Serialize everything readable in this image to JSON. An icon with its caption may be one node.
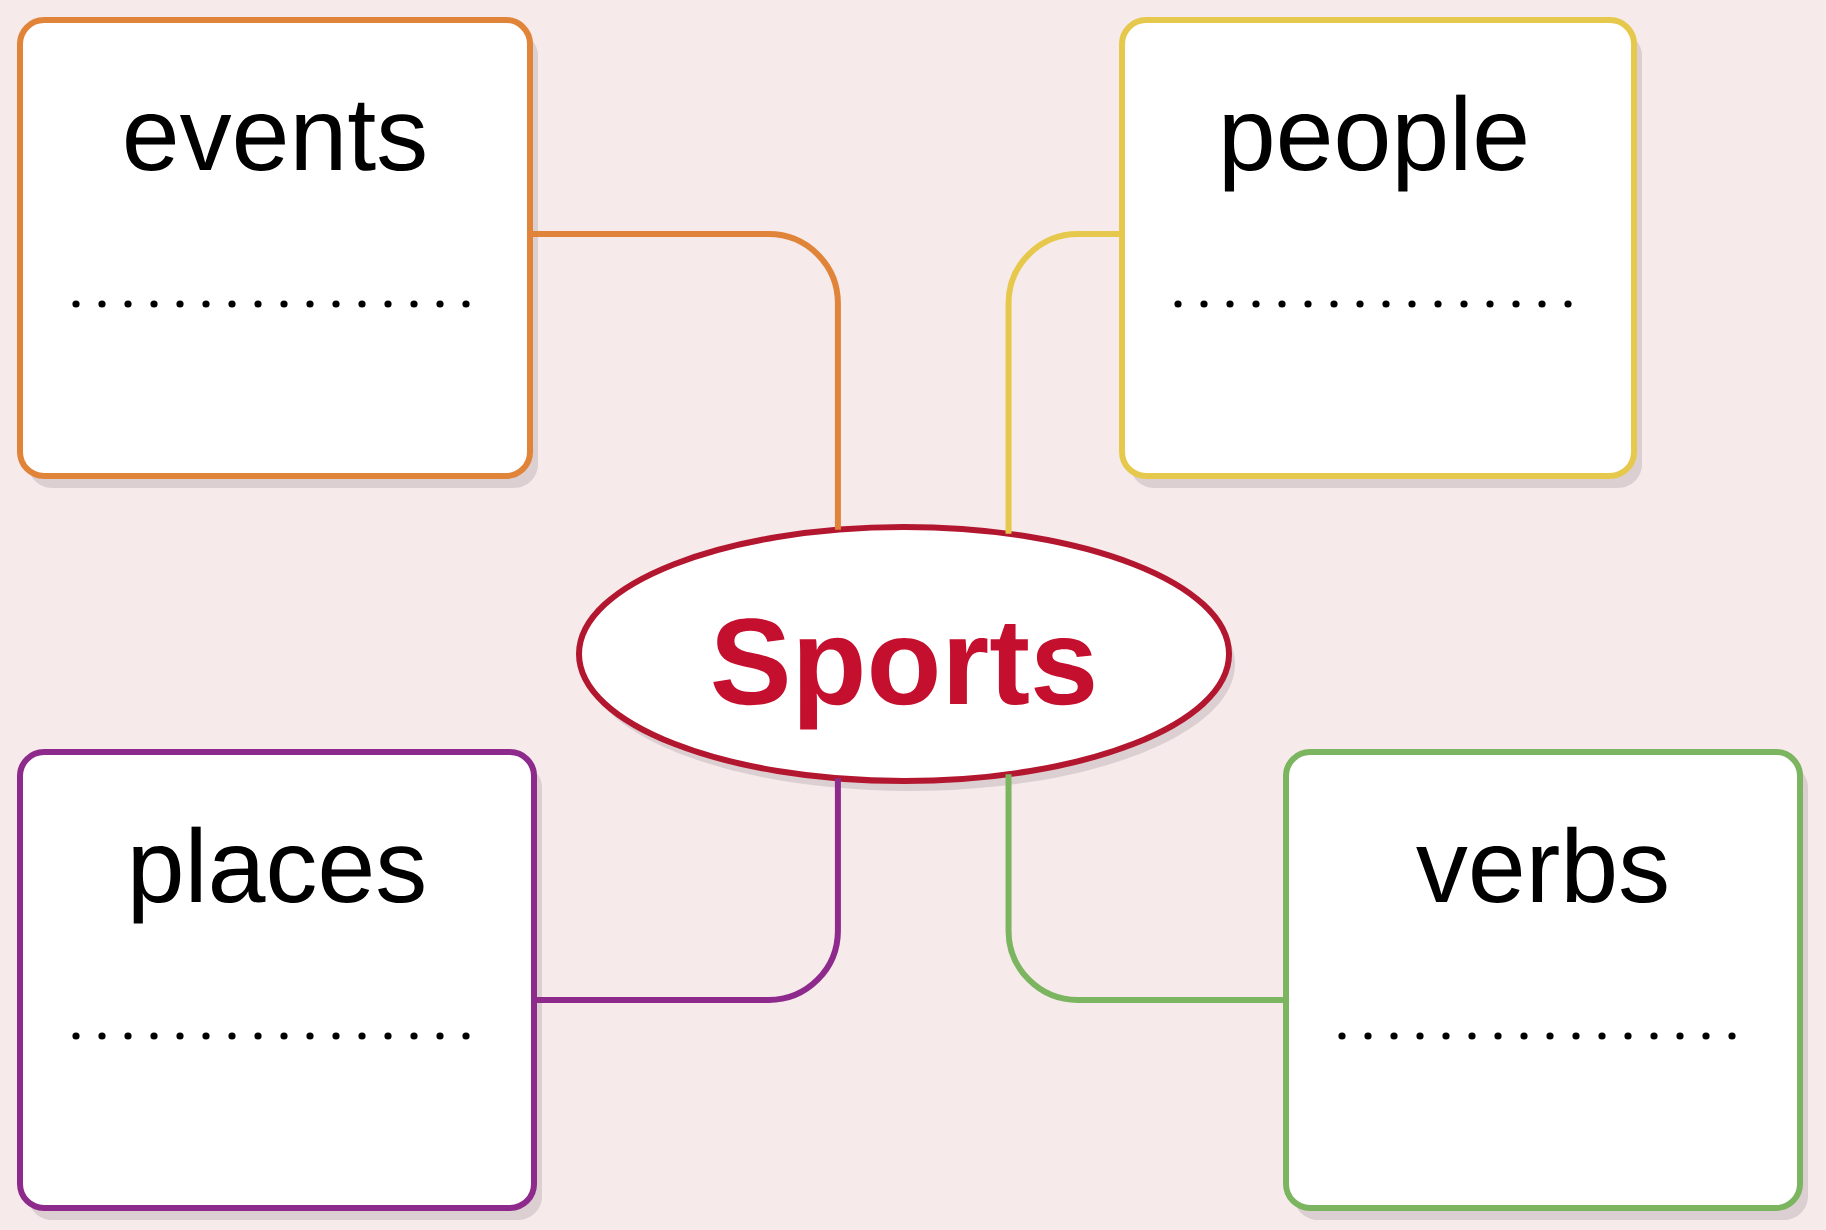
{
  "diagram": {
    "nodes": [
      {
        "text": [
          "events"
        ]
      },
      {
        "text": [
          "people"
        ]
      },
      {
        "text": [
          "Sports"
        ]
      },
      {
        "text": [
          "places"
        ]
      },
      {
        "text": [
          "verbs"
        ]
      }
    ],
    "edges": [
      {
        "from": 2,
        "to": 0,
        "arrow": "none",
        "color": "#e0843a"
      },
      {
        "from": 2,
        "to": 1,
        "arrow": "none",
        "color": "#e6c94c"
      },
      {
        "from": 2,
        "to": 3,
        "arrow": "none",
        "color": "#8e2a8c"
      },
      {
        "from": 2,
        "to": 4,
        "arrow": "none",
        "color": "#7cb560"
      }
    ]
  }
}
